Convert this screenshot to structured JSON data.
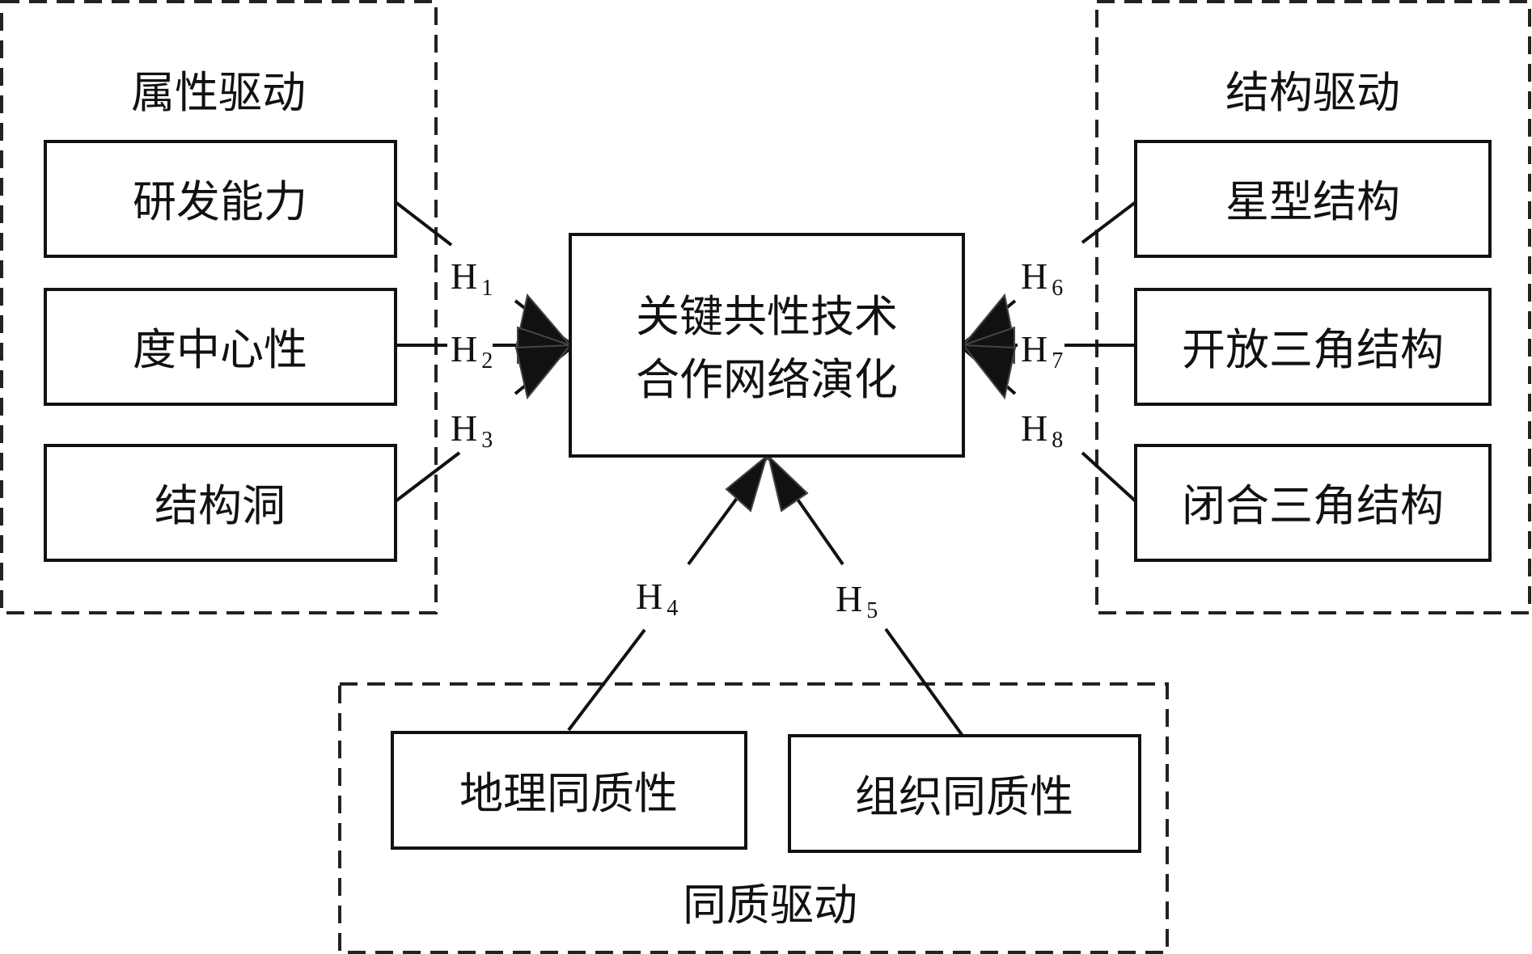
{
  "center": {
    "line1": "关键共性技术",
    "line2": "合作网络演化"
  },
  "groups": {
    "attribute": {
      "title": "属性驱动",
      "items": [
        "研发能力",
        "度中心性",
        "结构洞"
      ]
    },
    "structure": {
      "title": "结构驱动",
      "items": [
        "星型结构",
        "开放三角结构",
        "闭合三角结构"
      ]
    },
    "homophily": {
      "title": "同质驱动",
      "items": [
        "地理同质性",
        "组织同质性"
      ]
    }
  },
  "hypotheses": [
    {
      "main": "H",
      "sub": "1"
    },
    {
      "main": "H",
      "sub": "2"
    },
    {
      "main": "H",
      "sub": "3"
    },
    {
      "main": "H",
      "sub": "4"
    },
    {
      "main": "H",
      "sub": "5"
    },
    {
      "main": "H",
      "sub": "6"
    },
    {
      "main": "H",
      "sub": "7"
    },
    {
      "main": "H",
      "sub": "8"
    }
  ]
}
